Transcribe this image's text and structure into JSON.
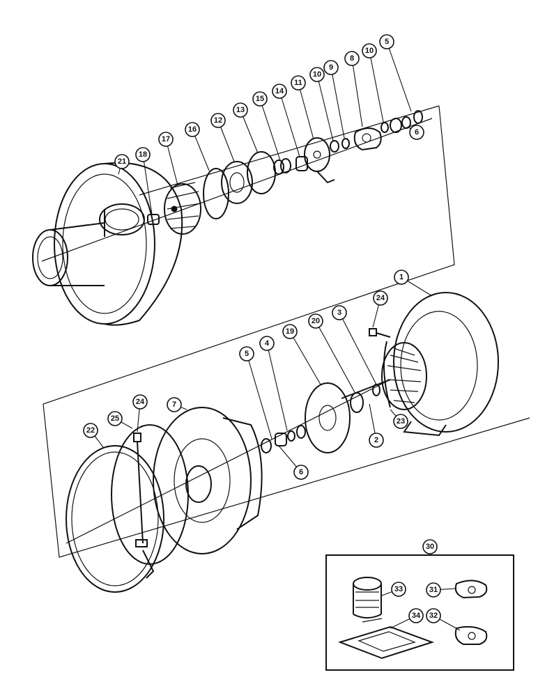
{
  "diagram": {
    "callouts": {
      "c1": "1",
      "c2": "2",
      "c3": "3",
      "c4": "4",
      "c5a": "5",
      "c5b": "5",
      "c6a": "6",
      "c6b": "6",
      "c7": "7",
      "c8": "8",
      "c9": "9",
      "c10a": "10",
      "c10b": "10",
      "c11": "11",
      "c12": "12",
      "c13": "13",
      "c14": "14",
      "c15": "15",
      "c16": "16",
      "c17": "17",
      "c18": "18",
      "c19": "19",
      "c20": "20",
      "c21": "21",
      "c22": "22",
      "c23": "23",
      "c24a": "24",
      "c24b": "24",
      "c25": "25",
      "c30": "30",
      "c31": "31",
      "c32": "32",
      "c33": "33",
      "c34": "34"
    }
  }
}
